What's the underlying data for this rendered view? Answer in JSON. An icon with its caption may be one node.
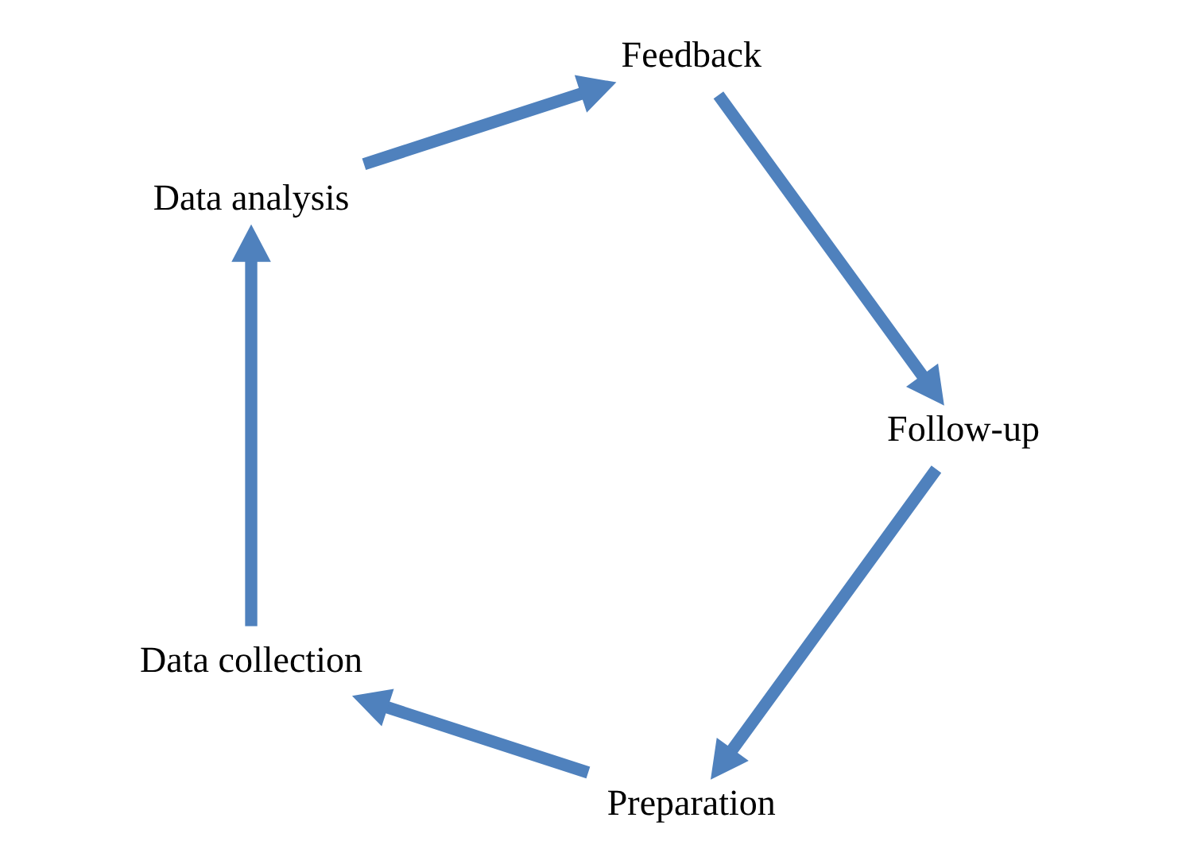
{
  "diagram": {
    "nodes": [
      {
        "text": [
          "Preparation"
        ]
      },
      {
        "text": [
          "Data collection"
        ]
      },
      {
        "text": [
          "Data analysis"
        ]
      },
      {
        "text": [
          "Feedback"
        ]
      },
      {
        "text": [
          "Follow-up"
        ]
      }
    ],
    "edges": [
      {
        "from": 0,
        "to": 1,
        "arrow": "to"
      },
      {
        "from": 1,
        "to": 2,
        "arrow": "to"
      },
      {
        "from": 2,
        "to": 3,
        "arrow": "to"
      },
      {
        "from": 3,
        "to": 4,
        "arrow": "to"
      },
      {
        "from": 4,
        "to": 0,
        "arrow": "to"
      }
    ]
  }
}
